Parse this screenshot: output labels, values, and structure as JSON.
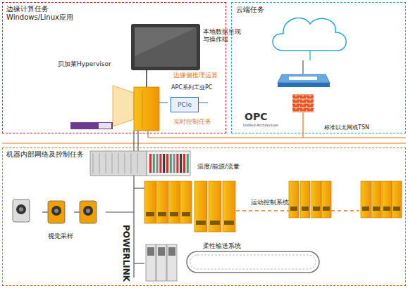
{
  "diagram": {
    "nodes": [
      {
        "text": [
          "边缘计算任务",
          "Windows/Linux应用"
        ]
      },
      {
        "text": [
          "PCIe"
        ],
        "in": 0
      },
      {
        "text": [
          "云端任务"
        ]
      },
      {
        "text": [
          "机器内部网络及控制任务"
        ]
      }
    ],
    "labels": [
      "本地数据呈现与操作端",
      "贝加莱Hypervisor",
      "边缘侧推理运算",
      "APC系列工业PC",
      "实时控制任务",
      "OPC",
      "Unified Architecture",
      "标准以太网或TSN",
      "温度/能源/流量",
      "运动控制系统",
      "视觉采样",
      "POWERLINK",
      "柔性输送系统"
    ]
  }
}
